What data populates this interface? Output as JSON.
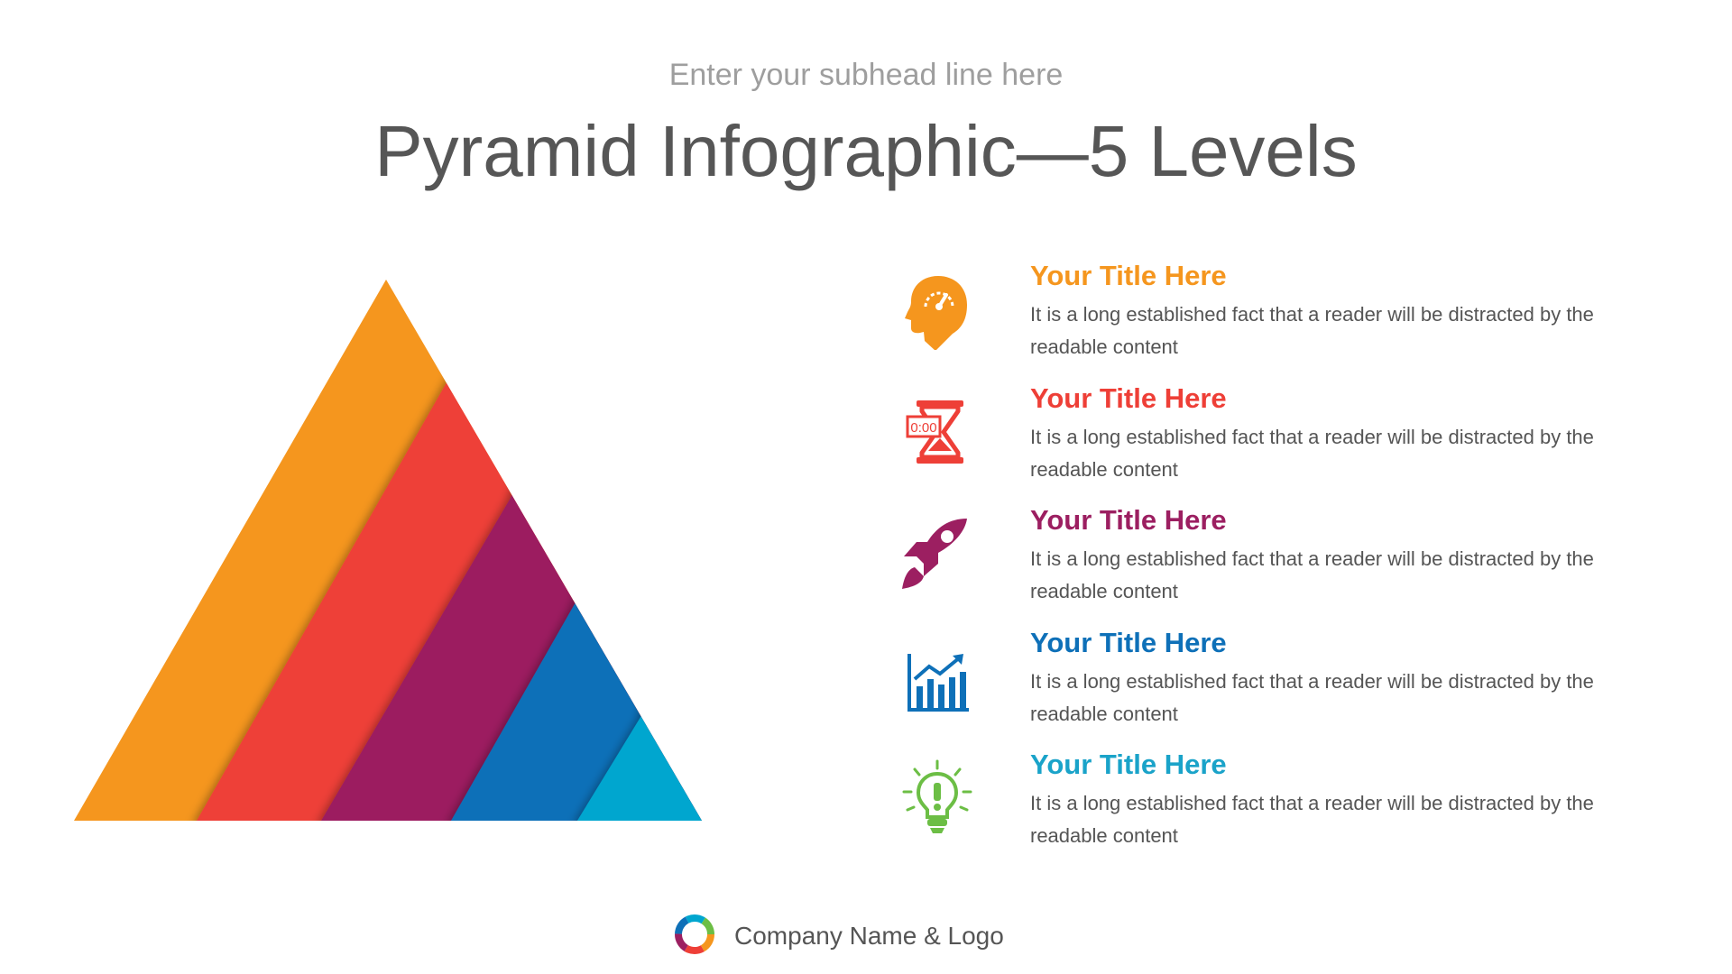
{
  "header": {
    "subhead": "Enter your subhead line here",
    "title": "Pyramid Infographic—5 Levels"
  },
  "levels": [
    {
      "color": "#F5961E",
      "icon": "head-gauge-icon",
      "title": "Your Title Here",
      "text": "It is a long established fact that a reader will be distracted by the readable content"
    },
    {
      "color": "#EE3F37",
      "icon": "hourglass-timer-icon",
      "icon_text": "0:00",
      "title": "Your Title Here",
      "text": "It is a long established fact that a reader will be distracted by the readable content"
    },
    {
      "color": "#9C1F61",
      "icon": "rocket-icon",
      "title": "Your Title Here",
      "text": "It is a long established fact that a reader will be distracted by the readable content"
    },
    {
      "color": "#0E70B8",
      "icon": "bar-chart-growth-icon",
      "title": "Your Title Here",
      "text": "It is a long established fact that a reader will be distracted by the readable content"
    },
    {
      "color": "#00A6CF",
      "title_color": "#1AA3C9",
      "icon_color": "#6CBE45",
      "icon": "lightbulb-icon",
      "title": "Your Title Here",
      "text": "It is a long established fact that a reader will be distracted by the readable content"
    }
  ],
  "footer": {
    "company": "Company Name & Logo",
    "logo_colors": [
      "#F5961E",
      "#EE3F37",
      "#9C1F61",
      "#0E70B8",
      "#00A6CF",
      "#6CBE45"
    ]
  }
}
